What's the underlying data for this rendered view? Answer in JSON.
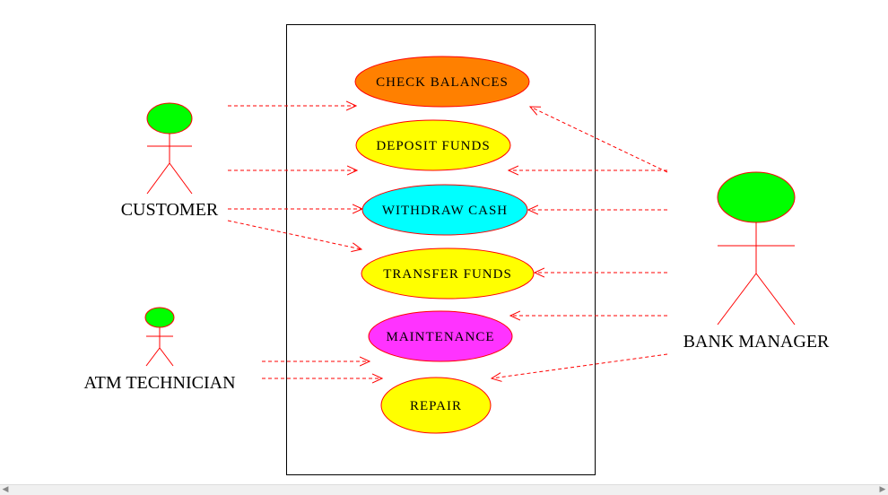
{
  "diagram": {
    "actors": [
      {
        "id": "customer",
        "label": "CUSTOMER"
      },
      {
        "id": "technician",
        "label": "ATM TECHNICIAN"
      },
      {
        "id": "manager",
        "label": "BANK MANAGER"
      }
    ],
    "use_cases": [
      {
        "id": "check",
        "label": "CHECK BALANCES",
        "color": "#ff8000"
      },
      {
        "id": "deposit",
        "label": "DEPOSIT FUNDS",
        "color": "#ffff00"
      },
      {
        "id": "withdraw",
        "label": "WITHDRAW CASH",
        "color": "#00ffff"
      },
      {
        "id": "transfer",
        "label": "TRANSFER FUNDS",
        "color": "#ffff00"
      },
      {
        "id": "maintenance",
        "label": "MAINTENANCE",
        "color": "#ff33ff"
      },
      {
        "id": "repair",
        "label": "REPAIR",
        "color": "#ffff00"
      }
    ],
    "associations": [
      {
        "from": "customer",
        "to": "check"
      },
      {
        "from": "customer",
        "to": "deposit"
      },
      {
        "from": "customer",
        "to": "withdraw"
      },
      {
        "from": "customer",
        "to": "transfer"
      },
      {
        "from": "technician",
        "to": "maintenance"
      },
      {
        "from": "technician",
        "to": "repair"
      },
      {
        "from": "manager",
        "to": "check"
      },
      {
        "from": "manager",
        "to": "deposit"
      },
      {
        "from": "manager",
        "to": "withdraw"
      },
      {
        "from": "manager",
        "to": "transfer"
      },
      {
        "from": "manager",
        "to": "maintenance"
      },
      {
        "from": "manager",
        "to": "repair"
      }
    ],
    "colors": {
      "actor_head": "#00ff00",
      "line": "#ff0000",
      "ellipse_stroke": "#ff0000",
      "boundary": "#000000"
    }
  },
  "scrollbar": {
    "left_icon": "scroll-left-arrow-icon",
    "right_icon": "scroll-right-arrow-icon"
  }
}
